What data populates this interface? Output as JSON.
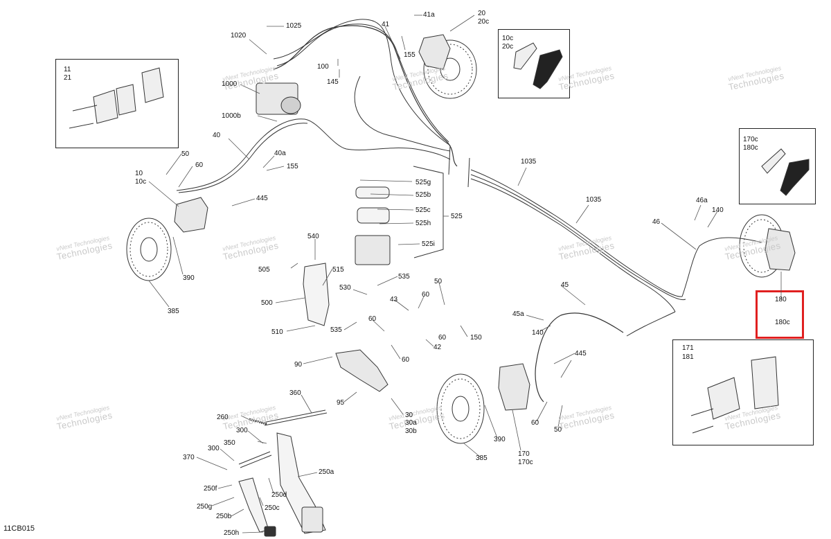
{
  "diagram": {
    "code": "11CB015",
    "highlight_color": "#e02020",
    "labels": {
      "l1025": "1025",
      "l1020": "1020",
      "l1000": "1000",
      "l1000b": "1000b",
      "l41": "41",
      "l41a": "41a",
      "l155a": "155",
      "l20": "20",
      "l20c": "20c",
      "l100": "100",
      "l145": "145",
      "l10c_box": "10c",
      "l20c_box": "20c",
      "l11": "11",
      "l21": "21",
      "l40": "40",
      "l50a": "50",
      "l60a": "60",
      "l10": "10",
      "l10c": "10c",
      "l40a": "40a",
      "l155b": "155",
      "l445a": "445",
      "l390a": "390",
      "l385a": "385",
      "l525g": "525g",
      "l525b": "525b",
      "l525c": "525c",
      "l525h": "525h",
      "l525": "525",
      "l525i": "525i",
      "l1035a": "1035",
      "l1035b": "1035",
      "l170c_box": "170c",
      "l180c_box": "180c",
      "l46a": "46a",
      "l140a": "140",
      "l46": "46",
      "l540": "540",
      "l505": "505",
      "l515": "515",
      "l535a": "535",
      "l500": "500",
      "l530": "530",
      "l50b": "50",
      "l60b": "60",
      "l43": "43",
      "l60c": "60",
      "l510": "510",
      "l535b": "535",
      "l60d": "60",
      "l42": "42",
      "l150": "150",
      "l60e": "60",
      "l45": "45",
      "l45a": "45a",
      "l140b": "140",
      "l445b": "445",
      "l180": "180",
      "l180c": "180c",
      "l171": "171",
      "l181": "181",
      "l90": "90",
      "l95": "95",
      "l360": "360",
      "l30": "30",
      "l30a": "30a",
      "l30b": "30b",
      "l390b": "390",
      "l385b": "385",
      "l170": "170",
      "l170c": "170c",
      "l60f": "60",
      "l50c": "50",
      "l260": "260",
      "l300a": "300",
      "l350": "350",
      "l300b": "300",
      "l370": "370",
      "l250a": "250a",
      "l250f": "250f",
      "l250d": "250d",
      "l250g": "250g",
      "l250c": "250c",
      "l250b": "250b",
      "l250h": "250h"
    },
    "watermark": {
      "line1": "vNext Technologies",
      "line2": "Technologies"
    }
  }
}
